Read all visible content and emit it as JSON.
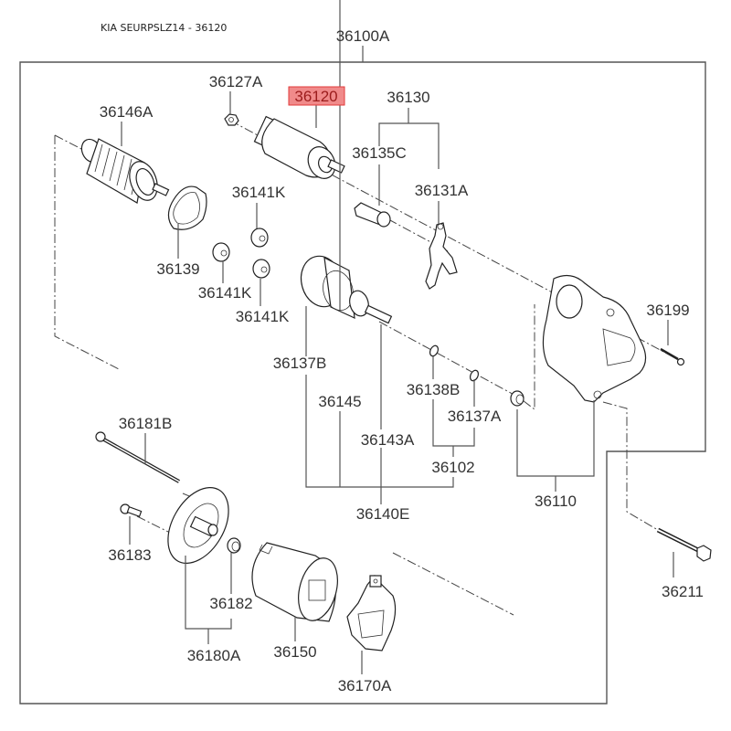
{
  "caption": "KIA SEURPSLZ14 - 36120",
  "assembly_label": "36100A",
  "highlight_color": "#f08a8a",
  "highlight_border": "#e23a3a",
  "labels": {
    "l36100A": "36100A",
    "l36127A": "36127A",
    "l36120": "36120",
    "l36130": "36130",
    "l36146A": "36146A",
    "l36135C": "36135C",
    "l36131A": "36131A",
    "l36141K_1": "36141K",
    "l36139": "36139",
    "l36141K_2": "36141K",
    "l36141K_3": "36141K",
    "l36199": "36199",
    "l36137B": "36137B",
    "l36145": "36145",
    "l36138B": "36138B",
    "l36137A": "36137A",
    "l36143A": "36143A",
    "l36102": "36102",
    "l36140E": "36140E",
    "l36110": "36110",
    "l36181B": "36181B",
    "l36183": "36183",
    "l36182": "36182",
    "l36180A": "36180A",
    "l36150": "36150",
    "l36211": "36211",
    "l36170A": "36170A"
  },
  "highlighted_part": "36120"
}
